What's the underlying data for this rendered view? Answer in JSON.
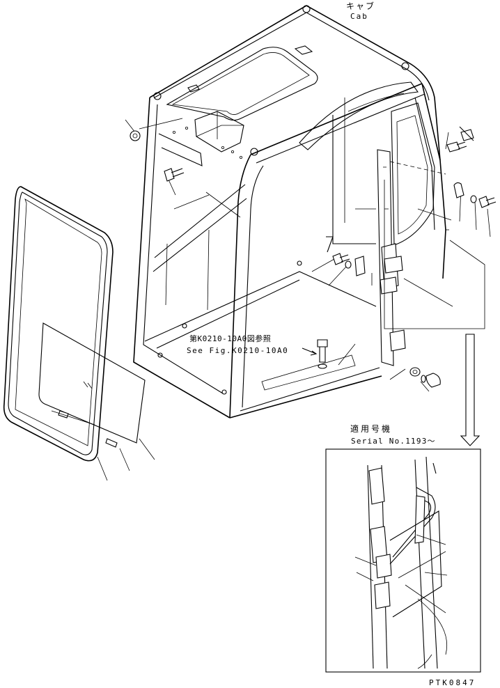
{
  "labels": {
    "cab_jp": "キャブ",
    "cab_en": "Cab",
    "ref_jp": "第K0210-10A0図参照",
    "ref_en": "See Fig.K0210-10A0",
    "serial_jp": "適用号機",
    "serial_en": "Serial No.1193～",
    "figure_code": "PTK0847"
  }
}
